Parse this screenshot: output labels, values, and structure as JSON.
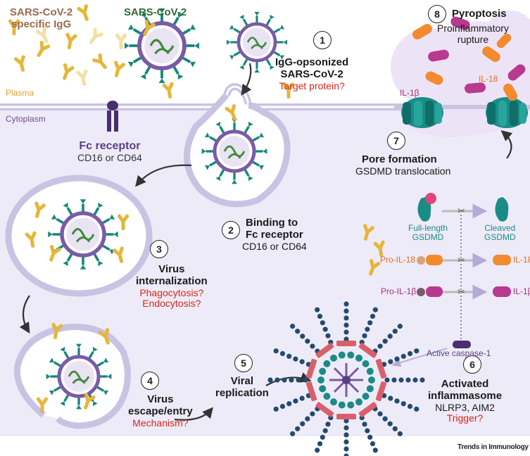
{
  "top": {
    "igg_label_1": "SARS-CoV-2",
    "igg_label_2": "specific IgG",
    "virus_label": "SARS-CoV-2",
    "plasma": "Plasma",
    "cytoplasm": "Cytoplasm"
  },
  "fc": {
    "title": "Fc receptor",
    "sub": "CD16 or CD64"
  },
  "steps": [
    {
      "num": "1",
      "lines": [
        "IgG-opsonized",
        "SARS-CoV-2"
      ],
      "note": "Target protein?"
    },
    {
      "num": "2",
      "lines": [
        "Binding to",
        "Fc receptor"
      ],
      "sub": "CD16 or CD64"
    },
    {
      "num": "3",
      "lines": [
        "Virus",
        "internalization"
      ],
      "notes": [
        "Phagocytosis?",
        "Endocytosis?"
      ]
    },
    {
      "num": "4",
      "lines": [
        "Virus",
        "escape/entry"
      ],
      "note": "Mechanism?"
    },
    {
      "num": "5",
      "lines": [
        "Viral",
        "replication"
      ]
    },
    {
      "num": "6",
      "lines": [
        "Activated",
        "inflammasome"
      ],
      "sub": "NLRP3, AIM2",
      "note": "Trigger?"
    },
    {
      "num": "7",
      "lines": [
        "Pore formation"
      ],
      "sub": "GSDMD  translocation"
    },
    {
      "num": "8",
      "lines": [
        "Pyroptosis"
      ],
      "sub_lines": [
        "Proinflammatory",
        "rupture"
      ]
    }
  ],
  "cytokines": {
    "il18": "IL-18",
    "il1b": "IL-1β"
  },
  "cleavage": {
    "full_1": "Full-length",
    "full_2": "GSDMD",
    "cleaved_1": "Cleaved",
    "cleaved_2": "GSDMD",
    "pro_il18": "Pro-IL-18",
    "il18": "IL-18",
    "pro_il1b": "Pro-IL-1β",
    "il1b": "IL-1β",
    "caspase": "Active caspase-1"
  },
  "footer": "Trends in Immunology",
  "colors": {
    "cytoplasm": "#eeebf8",
    "membrane": "#c9c3e3",
    "virus_purple": "#7b5aa6",
    "spike_teal": "#16877b",
    "antibody_gold": "#e6b63a",
    "receptor_purple": "#4a2e6e",
    "il18_orange": "#f28a2e",
    "il1b_magenta": "#b83a8e",
    "pyro_cloud": "#ede3f7",
    "red_text": "#d9261c"
  }
}
